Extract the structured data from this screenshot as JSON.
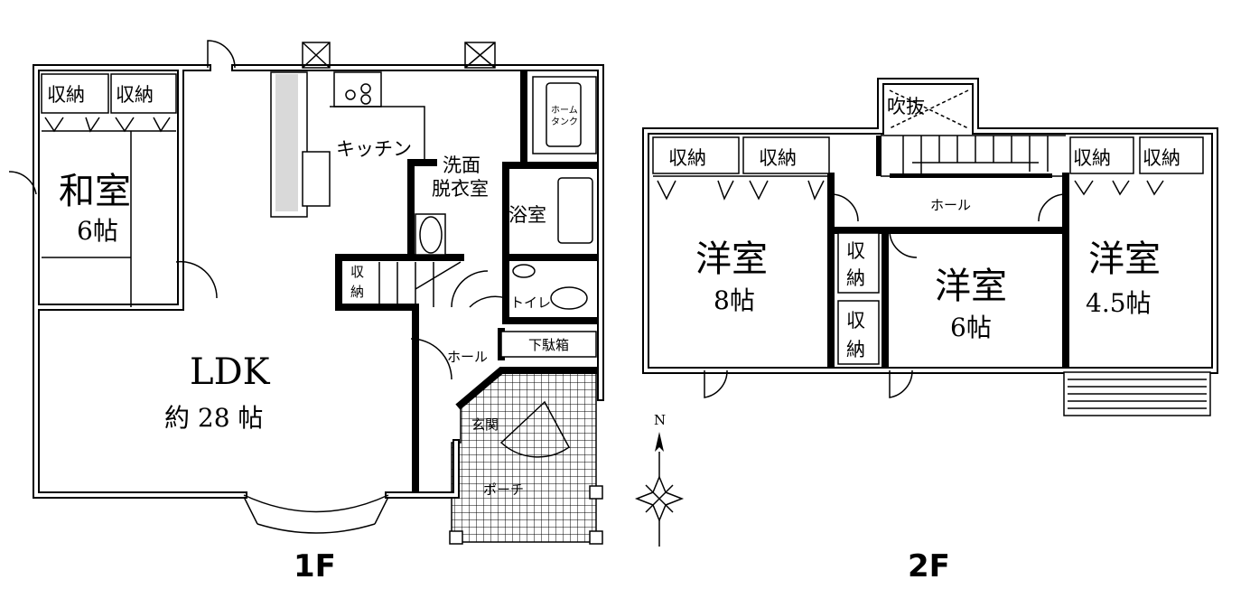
{
  "floor1": {
    "label": "1F",
    "rooms": {
      "storage_left": "収納",
      "storage_right": "収納",
      "washitsu": "和室",
      "washitsu_size": "6帖",
      "ldk": "LDK",
      "ldk_size": "約 28 帖",
      "kitchen": "キッチン",
      "washroom_1": "洗面",
      "washroom_2": "脱衣室",
      "bath": "浴室",
      "tank_1": "ホーム",
      "tank_2": "タンク",
      "stair_storage_1": "収",
      "stair_storage_2": "納",
      "toilet": "トイレ",
      "shoe_box": "下駄箱",
      "hall": "ホール",
      "entrance": "玄関",
      "porch": "ポーチ"
    }
  },
  "floor2": {
    "label": "2F",
    "rooms": {
      "void": "吹抜",
      "storage_1": "収納",
      "storage_2": "収納",
      "storage_3": "収納",
      "storage_4": "収納",
      "hall": "ホール",
      "western_a": "洋室",
      "western_a_size": "8帖",
      "western_b": "洋室",
      "western_b_size": "6帖",
      "western_c": "洋室",
      "western_c_size": "4.5帖",
      "storage_mid_1a": "収",
      "storage_mid_1b": "納",
      "storage_mid_2a": "収",
      "storage_mid_2b": "納"
    }
  },
  "compass": {
    "north": "N"
  }
}
